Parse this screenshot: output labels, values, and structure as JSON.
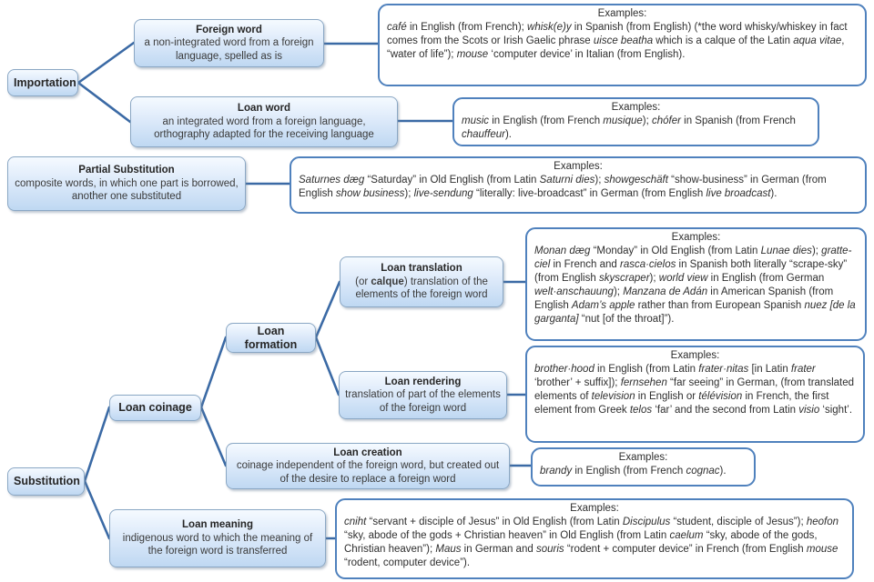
{
  "labels": {
    "examples_heading": "Examples:"
  },
  "colors": {
    "connector_line": "#3b6aa5",
    "node_border": "#8aa7c4",
    "node_fill_top": "#f5faff",
    "node_fill_bottom": "#bfd8f2",
    "example_border": "#4f81bd",
    "text": "#3a3a3a"
  },
  "nodes": {
    "importation": {
      "label": "Importation"
    },
    "foreign_word": {
      "title": "Foreign word",
      "body": "a non-integrated word from a foreign language, spelled as is"
    },
    "loan_word": {
      "title": "Loan word",
      "body": "an integrated word from a foreign language, orthography adapted for the receiving language"
    },
    "partial_substitution": {
      "title": "Partial Substitution",
      "body": "composite words, in which one part is borrowed, another one substituted"
    },
    "loan_translation": {
      "title": "Loan translation",
      "body_segments": [
        {
          "t": "(or "
        },
        {
          "t": "calque",
          "b": true
        },
        {
          "t": ") translation of the elements of the foreign word"
        }
      ]
    },
    "loan_formation": {
      "label": "Loan formation"
    },
    "loan_rendering": {
      "title": "Loan rendering",
      "body": "translation of part of the elements of the foreign word"
    },
    "loan_coinage": {
      "label": "Loan coinage"
    },
    "loan_creation": {
      "title": "Loan creation",
      "body": "coinage independent of the foreign word, but created out of the desire to replace a foreign word"
    },
    "substitution": {
      "label": "Substitution"
    },
    "loan_meaning": {
      "title": "Loan meaning",
      "body": "indigenous word to which the meaning of the foreign word is transferred"
    }
  },
  "examples": {
    "foreign_word": {
      "segments": [
        {
          "t": "café",
          "i": true
        },
        {
          "t": " in English (from French); "
        },
        {
          "t": "whisk(e)y",
          "i": true
        },
        {
          "t": " in Spanish (from English) (*the word whisky/whiskey in fact comes from the Scots or Irish Gaelic phrase "
        },
        {
          "t": "uisce beatha",
          "i": true
        },
        {
          "t": " which is a calque of the Latin "
        },
        {
          "t": "aqua vitae",
          "i": true
        },
        {
          "t": ", “water of life”); "
        },
        {
          "t": "mouse",
          "i": true
        },
        {
          "t": " ‘computer device’ in Italian (from English)."
        }
      ]
    },
    "loan_word": {
      "segments": [
        {
          "t": "music",
          "i": true
        },
        {
          "t": " in English (from French "
        },
        {
          "t": "musique",
          "i": true
        },
        {
          "t": "); "
        },
        {
          "t": "chófer",
          "i": true
        },
        {
          "t": " in Spanish (from French "
        },
        {
          "t": "chauffeur",
          "i": true
        },
        {
          "t": ")."
        }
      ]
    },
    "partial_substitution": {
      "segments": [
        {
          "t": "Saturnes dæg",
          "i": true
        },
        {
          "t": " “Saturday” in Old English (from Latin "
        },
        {
          "t": "Saturni dies",
          "i": true
        },
        {
          "t": "); "
        },
        {
          "t": "showgeschäft",
          "i": true
        },
        {
          "t": " “show-business” in German (from English "
        },
        {
          "t": "show business",
          "i": true
        },
        {
          "t": "); "
        },
        {
          "t": "live-sendung",
          "i": true
        },
        {
          "t": " “literally: live-broadcast” in German (from English "
        },
        {
          "t": "live broadcast",
          "i": true
        },
        {
          "t": ")."
        }
      ]
    },
    "loan_translation": {
      "segments": [
        {
          "t": "Monan dæg",
          "i": true
        },
        {
          "t": " “Monday” in Old English (from Latin "
        },
        {
          "t": "Lunae dies",
          "i": true
        },
        {
          "t": "); "
        },
        {
          "t": "gratte-ciel",
          "i": true
        },
        {
          "t": " in French and "
        },
        {
          "t": "rasca·cielos",
          "i": true
        },
        {
          "t": " in Spanish both literally “scrape-sky” (from English "
        },
        {
          "t": "skyscraper",
          "i": true
        },
        {
          "t": "); "
        },
        {
          "t": "world view",
          "i": true
        },
        {
          "t": " in English (from German "
        },
        {
          "t": "welt·anschauung",
          "i": true
        },
        {
          "t": "); "
        },
        {
          "t": "Manzana de Adán",
          "i": true
        },
        {
          "t": " in American Spanish (from English "
        },
        {
          "t": "Adam’s apple",
          "i": true
        },
        {
          "t": " rather than from European Spanish "
        },
        {
          "t": "nuez [de la garganta]",
          "i": true
        },
        {
          "t": " “nut [of the throat]”)."
        }
      ]
    },
    "loan_rendering": {
      "segments": [
        {
          "t": "brother·hood",
          "i": true
        },
        {
          "t": " in English (from Latin "
        },
        {
          "t": "frater·nitas",
          "i": true
        },
        {
          "t": " [in Latin "
        },
        {
          "t": "frater",
          "i": true
        },
        {
          "t": " ‘brother’ + suffix]); "
        },
        {
          "t": "fernsehen",
          "i": true
        },
        {
          "t": " “far seeing” in German, (from translated elements of "
        },
        {
          "t": "television",
          "i": true
        },
        {
          "t": " in English or "
        },
        {
          "t": "télévision",
          "i": true
        },
        {
          "t": " in French, the first element from Greek "
        },
        {
          "t": "telos",
          "i": true
        },
        {
          "t": " ‘far’ and the second from Latin "
        },
        {
          "t": "visio",
          "i": true
        },
        {
          "t": " ‘sight’."
        }
      ]
    },
    "loan_creation": {
      "segments": [
        {
          "t": "brandy",
          "i": true
        },
        {
          "t": " in English (from French "
        },
        {
          "t": "cognac",
          "i": true
        },
        {
          "t": ")."
        }
      ]
    },
    "loan_meaning": {
      "segments": [
        {
          "t": "cniht",
          "i": true
        },
        {
          "t": " “servant + disciple of Jesus” in Old English (from Latin "
        },
        {
          "t": "Discipulus",
          "i": true
        },
        {
          "t": " “student, disciple of Jesus”); "
        },
        {
          "t": "heofon",
          "i": true
        },
        {
          "t": " “sky, abode of the gods + Christian heaven” in Old English (from Latin "
        },
        {
          "t": "caelum",
          "i": true
        },
        {
          "t": " “sky, abode of the gods, Christian heaven”); "
        },
        {
          "t": "Maus",
          "i": true
        },
        {
          "t": " in German and "
        },
        {
          "t": "souris",
          "i": true
        },
        {
          "t": " “rodent + computer device” in French (from English "
        },
        {
          "t": "mouse",
          "i": true
        },
        {
          "t": " “rodent, computer device”)."
        }
      ]
    }
  }
}
